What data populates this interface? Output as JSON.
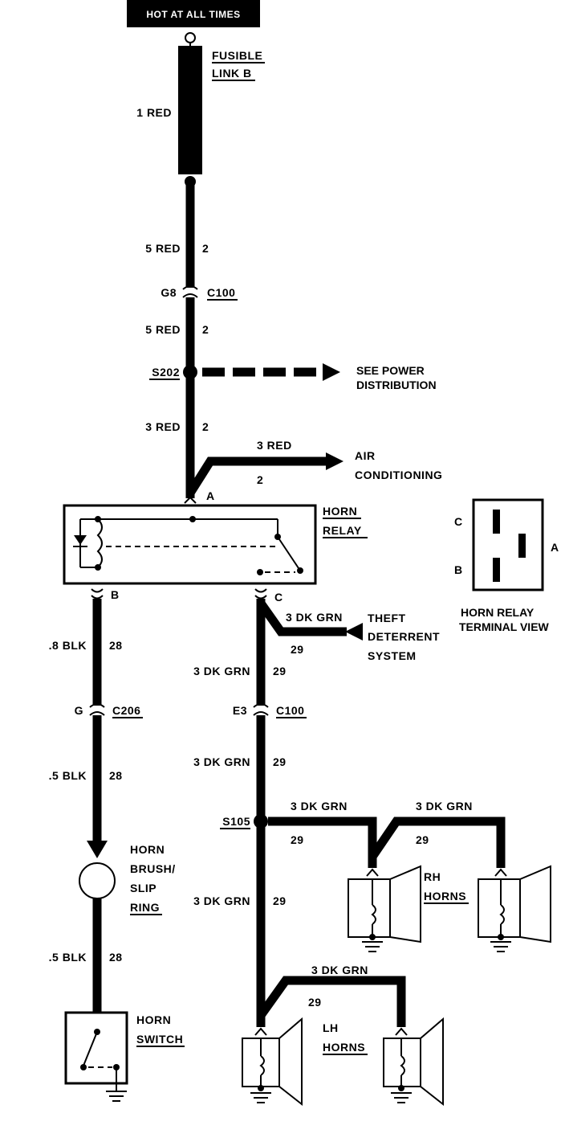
{
  "header": {
    "title": "HOT AT ALL TIMES"
  },
  "fusible_link": {
    "line1": "FUSIBLE",
    "line2": "LINK B",
    "wire": "1 RED"
  },
  "wires": {
    "w5red_top": "5 RED",
    "w5red_top_num": "2",
    "w5red_bot": "5 RED",
    "w5red_bot_num": "2",
    "w3red_main": "3 RED",
    "w3red_main_num": "2",
    "w3red_ac": "3 RED",
    "w3red_ac_num": "2",
    "theft_wire": "3 DK GRN",
    "theft_wire_num": "29",
    "c_upper": "3 DK GRN",
    "c_upper_num": "29",
    "c_lower": "3 DK GRN",
    "c_lower_num": "29",
    "rh1": "3 DK GRN",
    "rh1_num": "29",
    "rh2": "3 DK GRN",
    "rh2_num": "29",
    "c_bottom": "3 DK GRN",
    "c_bottom_num": "29",
    "lh": "3 DK GRN",
    "lh_num": "29",
    "b_upper": ".8 BLK",
    "b_upper_num": "28",
    "b_mid": ".5 BLK",
    "b_mid_num": "28",
    "b_lower": ".5 BLK",
    "b_lower_num": "28"
  },
  "connectors": {
    "c100_top_pin": "G8",
    "c100_top_name": "C100",
    "c206_pin": "G",
    "c206_name": "C206",
    "c100_bot_pin": "E3",
    "c100_bot_name": "C100"
  },
  "splices": {
    "s202": "S202",
    "s105": "S105"
  },
  "destinations": {
    "power_line1": "SEE POWER",
    "power_line2": "DISTRIBUTION",
    "ac_line1": "AIR",
    "ac_line2": "CONDITIONING",
    "theft_line1": "THEFT",
    "theft_line2": "DETERRENT",
    "theft_line3": "SYSTEM"
  },
  "relay": {
    "line1": "HORN",
    "line2": "RELAY",
    "term_a": "A",
    "term_b": "B",
    "term_c": "C"
  },
  "terminal_view": {
    "label_c": "C",
    "label_b": "B",
    "label_a": "A",
    "line1": "HORN RELAY",
    "line2": "TERMINAL VIEW"
  },
  "horn_brush": {
    "line1": "HORN",
    "line2": "BRUSH/",
    "line3": "SLIP",
    "line4": "RING"
  },
  "horn_switch": {
    "line1": "HORN",
    "line2": "SWITCH"
  },
  "rh_horns": {
    "line1": "RH",
    "line2": "HORNS"
  },
  "lh_horns": {
    "line1": "LH",
    "line2": "HORNS"
  }
}
